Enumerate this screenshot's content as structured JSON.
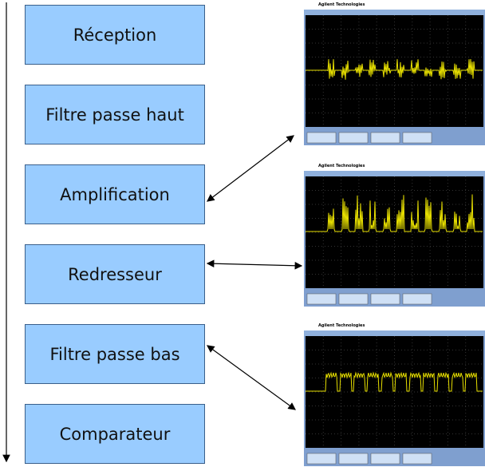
{
  "stages": [
    "Réception",
    "Filtre passe haut",
    "Amplification",
    "Redresseur",
    "Filtre passe bas",
    "Comparateur"
  ],
  "scopes": [
    {
      "brand": "Agilent Technologies",
      "waveform": "bipolar-bursts"
    },
    {
      "brand": "Agilent Technologies",
      "waveform": "rectified-bursts"
    },
    {
      "brand": "Agilent Technologies",
      "waveform": "filtered-envelope"
    }
  ],
  "colors": {
    "box": "#99ccff",
    "trace": "#e8e000",
    "screen": "#000000",
    "panel": "#7f9fcf"
  }
}
